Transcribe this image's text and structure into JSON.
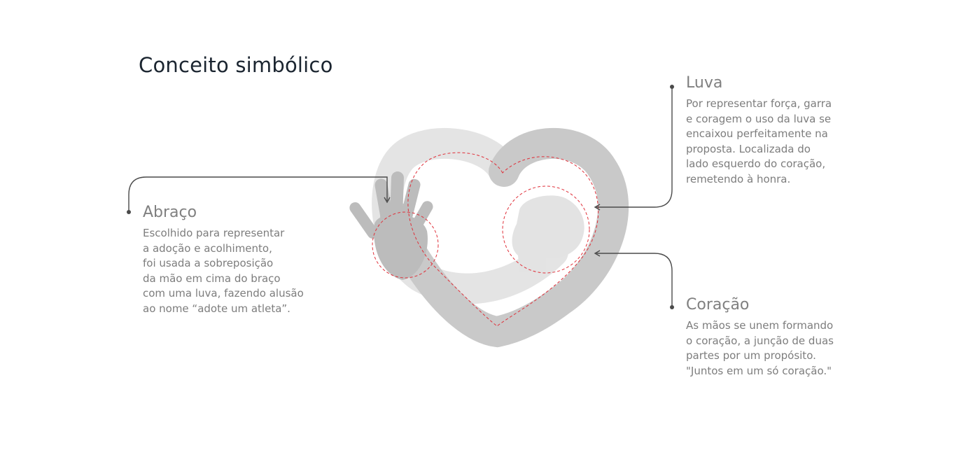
{
  "title": "Conceito simbólico",
  "sections": {
    "abraco": {
      "heading": "Abraço",
      "description": "Escolhido para representar\na adoção e acolhimento,\nfoi usada a sobreposição\nda mão em cima do braço\ncom uma luva, fazendo alusão\nao nome “adote um atleta”."
    },
    "luva": {
      "heading": "Luva",
      "description": "Por representar força, garra\ne coragem o uso da luva se\nencaixou perfeitamente na\nproposta. Localizada do\nlado esquerdo do coração,\nremetendo à honra."
    },
    "coracao": {
      "heading": "Coração",
      "description": "As mãos se unem formando\no coração, a junção de duas\npartes por um propósito.\n\"Juntos em um só coração.\""
    }
  },
  "colors": {
    "title": "#1b2530",
    "text": "#7d7d7d",
    "arm_light": "#e4e4e4",
    "arm_dark": "#c9c9c9",
    "hand": "#bdbdbd",
    "dashed_guide": "#e0303a",
    "callout_line": "#4a4a4a"
  },
  "icons": [
    "heart-hands-illustration",
    "glove-shape",
    "hand-shape"
  ]
}
